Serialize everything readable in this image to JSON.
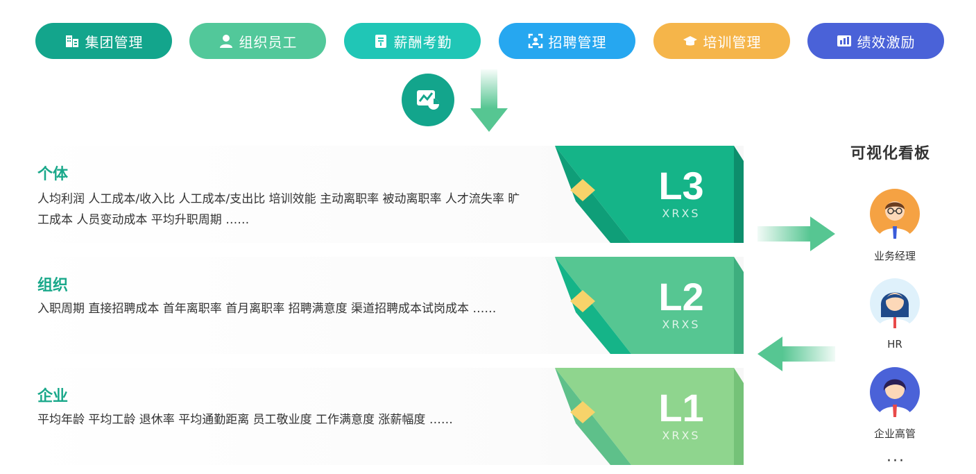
{
  "modules": [
    {
      "label": "集团管理",
      "icon": "building-icon",
      "color": "#13a58c"
    },
    {
      "label": "组织员工",
      "icon": "person-icon",
      "color": "#52c89a"
    },
    {
      "label": "薪酬考勤",
      "icon": "receipt-icon",
      "color": "#20c6b6"
    },
    {
      "label": "招聘管理",
      "icon": "scan-person-icon",
      "color": "#26a7f0"
    },
    {
      "label": "培训管理",
      "icon": "graduation-cap-icon",
      "color": "#f5b54a"
    },
    {
      "label": "绩效激励",
      "icon": "bar-chart-icon",
      "color": "#4a62d8"
    }
  ],
  "hub_icon": "analytics-chart-icon",
  "levels": [
    {
      "title": "个体",
      "text": "人均利润 人工成本/收入比 人工成本/支出比  培训效能 主动离职率 被动离职率 人才流失率 旷工成本 人员变动成本 平均升职周期 ……",
      "level": "L3",
      "sub": "XRXS",
      "color": "#15b488",
      "dark": "#0f9e78"
    },
    {
      "title": "组织",
      "text": "入职周期 直接招聘成本 首年离职率 首月离职率 招聘满意度 渠道招聘成本试岗成本 ……",
      "level": "L2",
      "sub": "XRXS",
      "color": "#56c692",
      "dark": "#15b488"
    },
    {
      "title": "企业",
      "text": "平均年龄 平均工龄 退休率 平均通勤距离 员工敬业度 工作满意度 涨薪幅度 ……",
      "level": "L1",
      "sub": "XRXS",
      "color": "#8fd58e",
      "dark": "#5ec08a"
    }
  ],
  "accent_yellow": "#f7d36a",
  "dashboard": {
    "title": "可视化看板",
    "roles": [
      {
        "label": "业务经理",
        "icon": "manager-avatar-icon"
      },
      {
        "label": "HR",
        "icon": "hr-avatar-icon"
      },
      {
        "label": "企业高管",
        "icon": "executive-avatar-icon"
      }
    ],
    "more": "···"
  }
}
